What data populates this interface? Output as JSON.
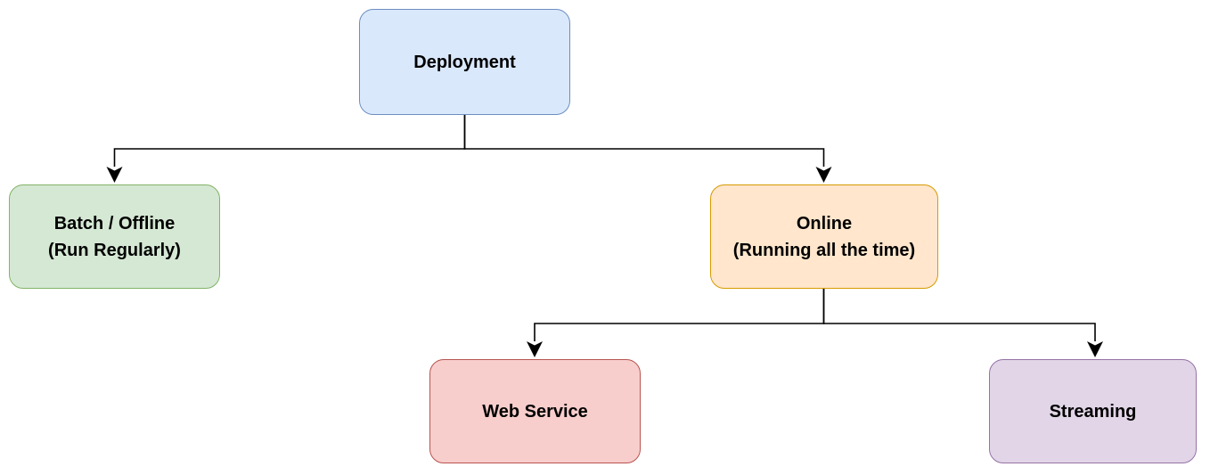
{
  "diagram": {
    "background": "#ffffff",
    "connector_color": "#000000",
    "nodes": [
      {
        "id": "deployment",
        "label": "Deployment",
        "fill": "#dae8fc",
        "border": "#6c8ebf"
      },
      {
        "id": "batch-offline",
        "label": "Batch / Offline\n(Run Regularly)",
        "fill": "#d5e8d4",
        "border": "#82b366"
      },
      {
        "id": "online",
        "label": "Online\n(Running all the time)",
        "fill": "#ffe6cc",
        "border": "#d79b00"
      },
      {
        "id": "web-service",
        "label": "Web Service",
        "fill": "#f8cecc",
        "border": "#b85450"
      },
      {
        "id": "streaming",
        "label": "Streaming",
        "fill": "#e1d5e7",
        "border": "#9673a6"
      }
    ],
    "edges": [
      {
        "from": "deployment",
        "to": "batch-offline"
      },
      {
        "from": "deployment",
        "to": "online"
      },
      {
        "from": "online",
        "to": "web-service"
      },
      {
        "from": "online",
        "to": "streaming"
      }
    ]
  }
}
